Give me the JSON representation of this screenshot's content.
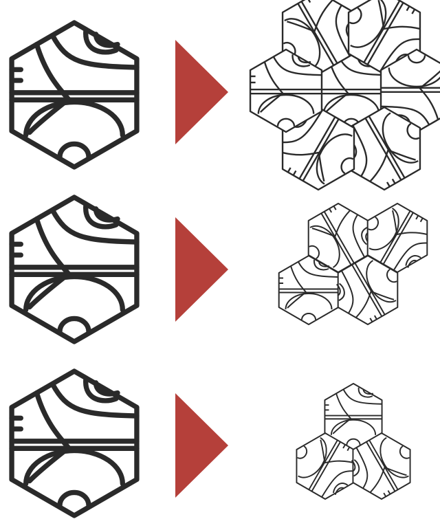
{
  "colors": {
    "background": "#ffffff",
    "tile_stroke": "#2a2a2a",
    "arrow_fill": "#b5403a"
  },
  "rows": [
    {
      "source": "single-hex-tile",
      "result": "hexagonal-ring-of-7-tiles"
    },
    {
      "source": "single-hex-tile",
      "result": "cluster-of-4-tiles"
    },
    {
      "source": "single-hex-tile",
      "result": "cluster-of-3-tiles"
    }
  ]
}
